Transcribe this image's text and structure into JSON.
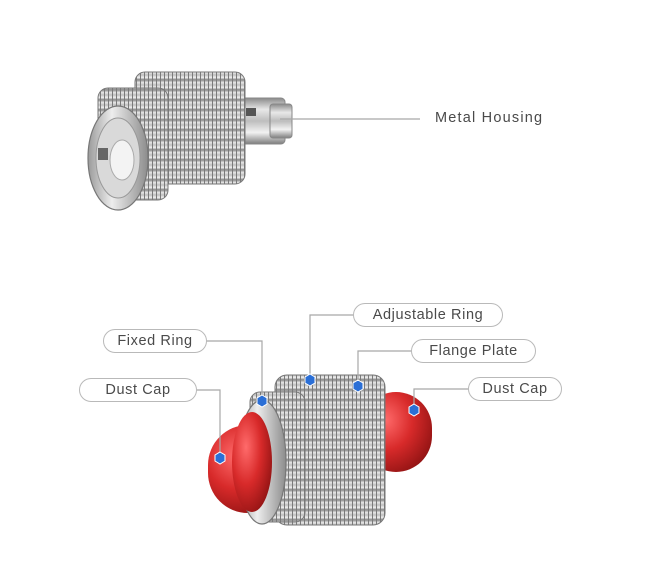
{
  "top_product": {
    "callout": "Metal Housing"
  },
  "bottom_product": {
    "callouts": {
      "fixed_ring": "Fixed Ring",
      "adjustable_ring": "Adjustable Ring",
      "flange_plate": "Flange Plate",
      "dust_cap_left": "Dust Cap",
      "dust_cap_right": "Dust Cap"
    }
  },
  "colors": {
    "metal": "#c8c8c8",
    "dust_cap": "#d82a2a",
    "marker": "#2b6fd6",
    "leader_line": "#a8a8a8"
  }
}
